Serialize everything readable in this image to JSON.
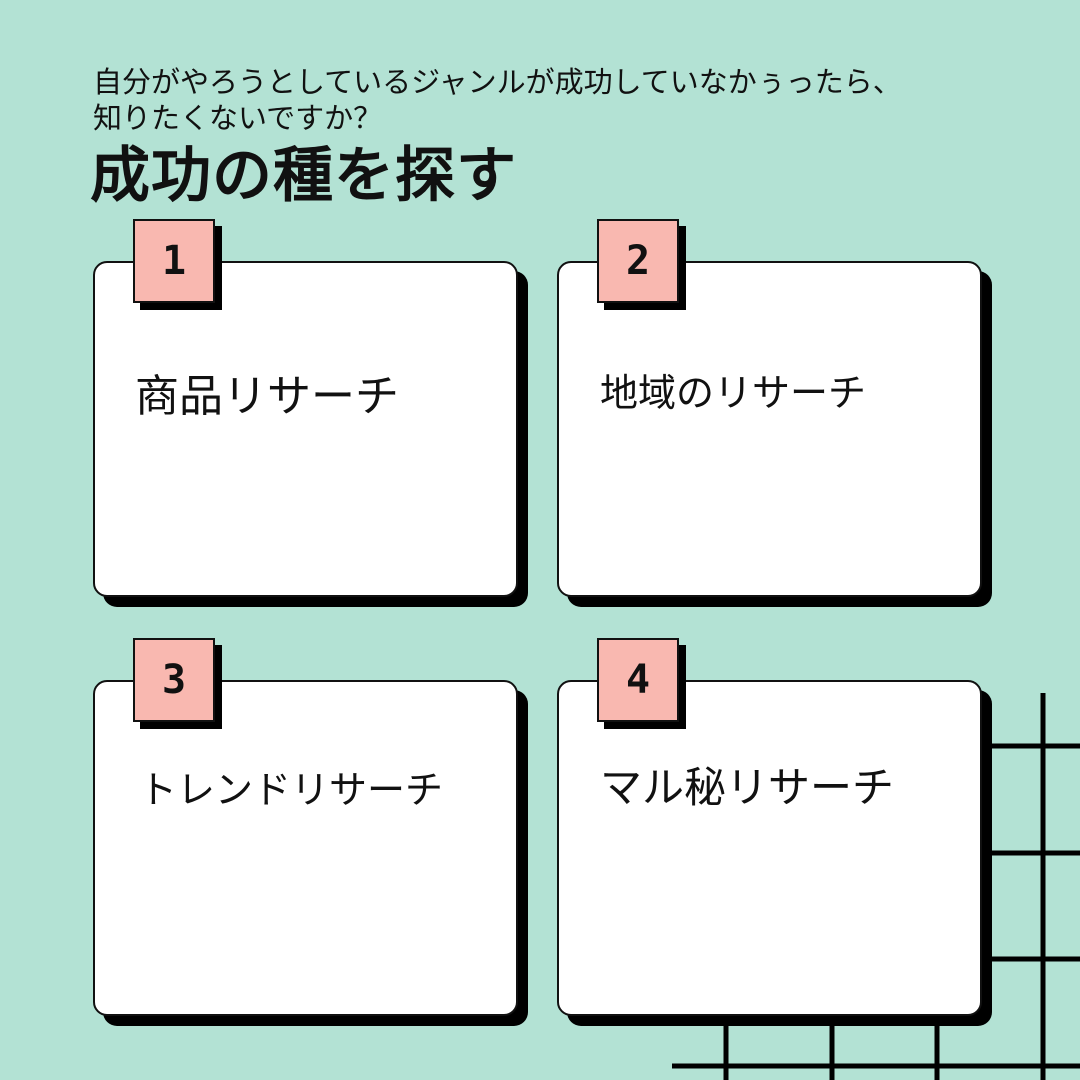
{
  "intro": {
    "line1": "自分がやろうとしているジャンルが成功していなかぅったら、",
    "line2": "知りたくないですか？"
  },
  "title": "成功の種を探す",
  "colors": {
    "background": "#b3e2d4",
    "card": "#ffffff",
    "badge": "#f9b8b0",
    "ink": "#111111"
  },
  "cards": [
    {
      "number": "1",
      "label": "商品リサーチ"
    },
    {
      "number": "2",
      "label": "地域のリサーチ"
    },
    {
      "number": "3",
      "label": "トレンドリサーチ"
    },
    {
      "number": "4",
      "label": "マル秘リサーチ"
    }
  ]
}
